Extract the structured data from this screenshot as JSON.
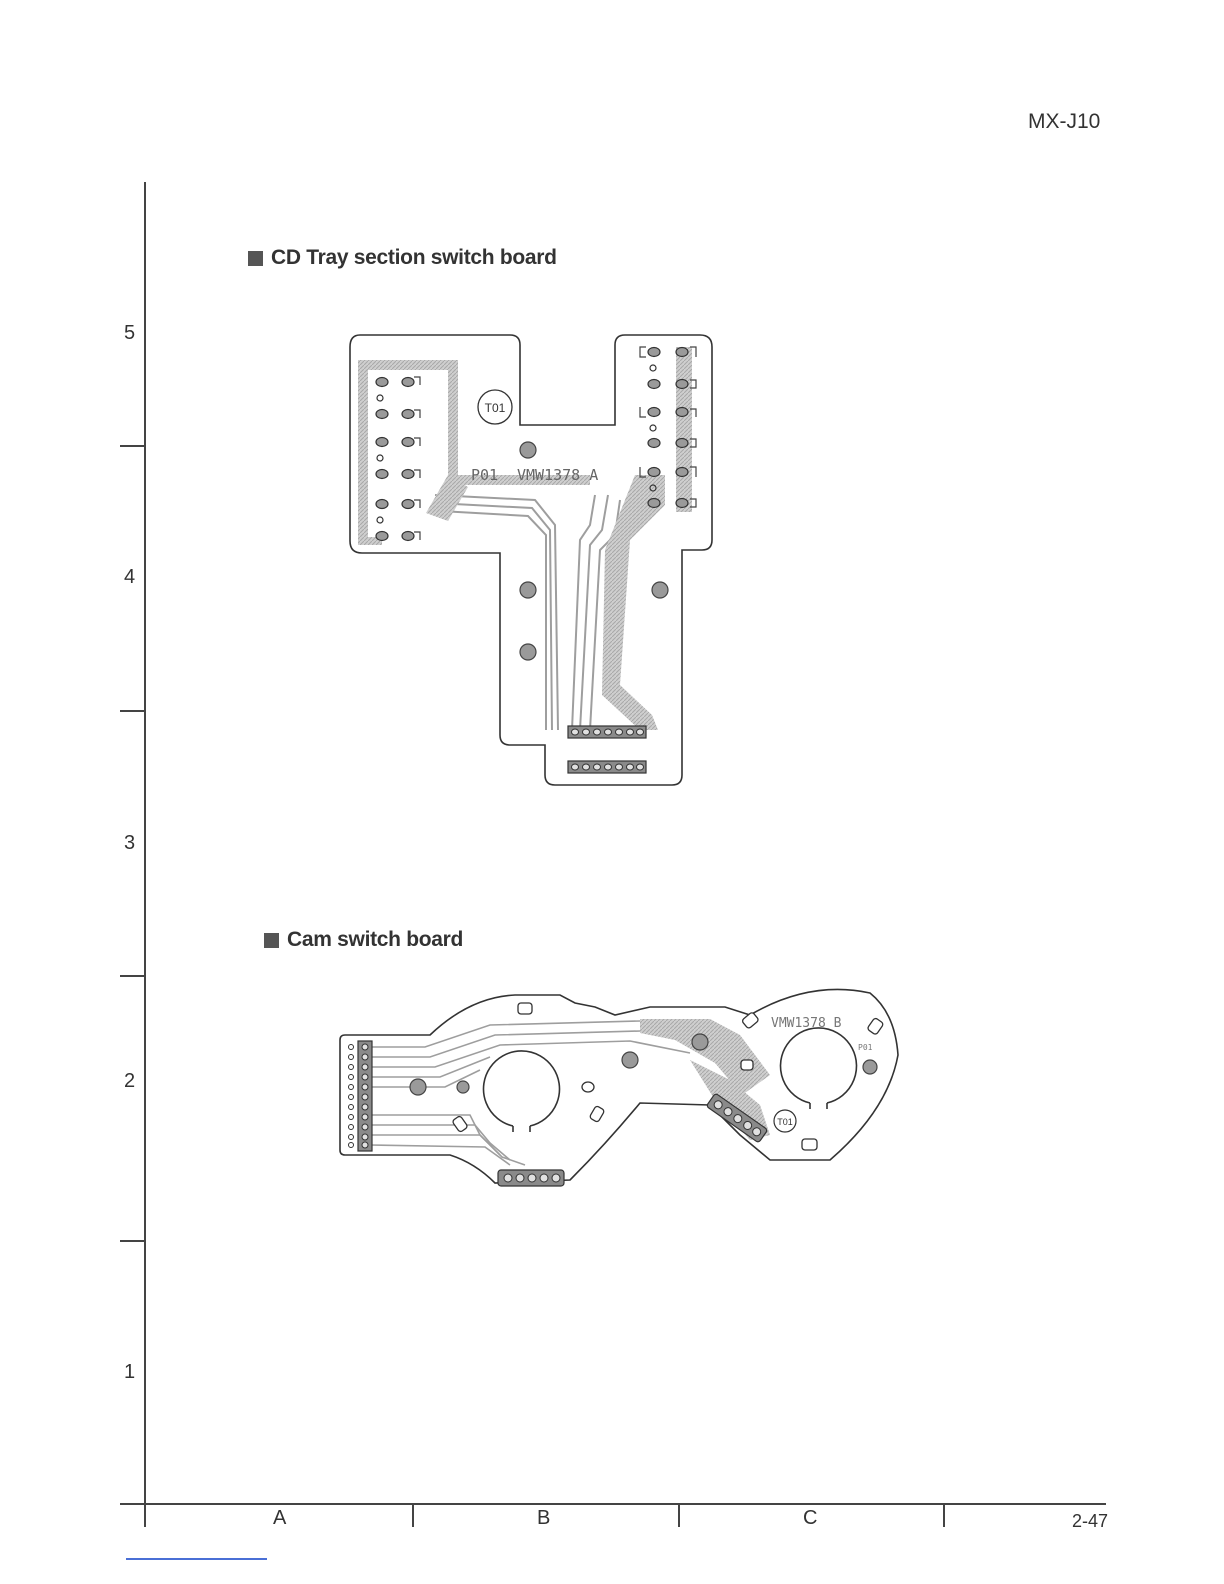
{
  "header": {
    "model": "MX-J10"
  },
  "footer": {
    "page_number": "2-47"
  },
  "grid": {
    "rows": [
      "5",
      "4",
      "3",
      "2",
      "1"
    ],
    "columns": [
      "A",
      "B",
      "C"
    ]
  },
  "sections": [
    {
      "title": "CD Tray section switch board",
      "labels": {
        "point": "T01",
        "pattern": "P01",
        "part": "VMW1378 A"
      }
    },
    {
      "title": "Cam switch board",
      "labels": {
        "part": "VMW1378 B",
        "pattern": "P01",
        "point": "T01"
      }
    }
  ],
  "colors": {
    "trace": "#bdbdbd",
    "outline": "#333333",
    "pad": "#8a8a8a",
    "link": "#4a6fd6"
  }
}
